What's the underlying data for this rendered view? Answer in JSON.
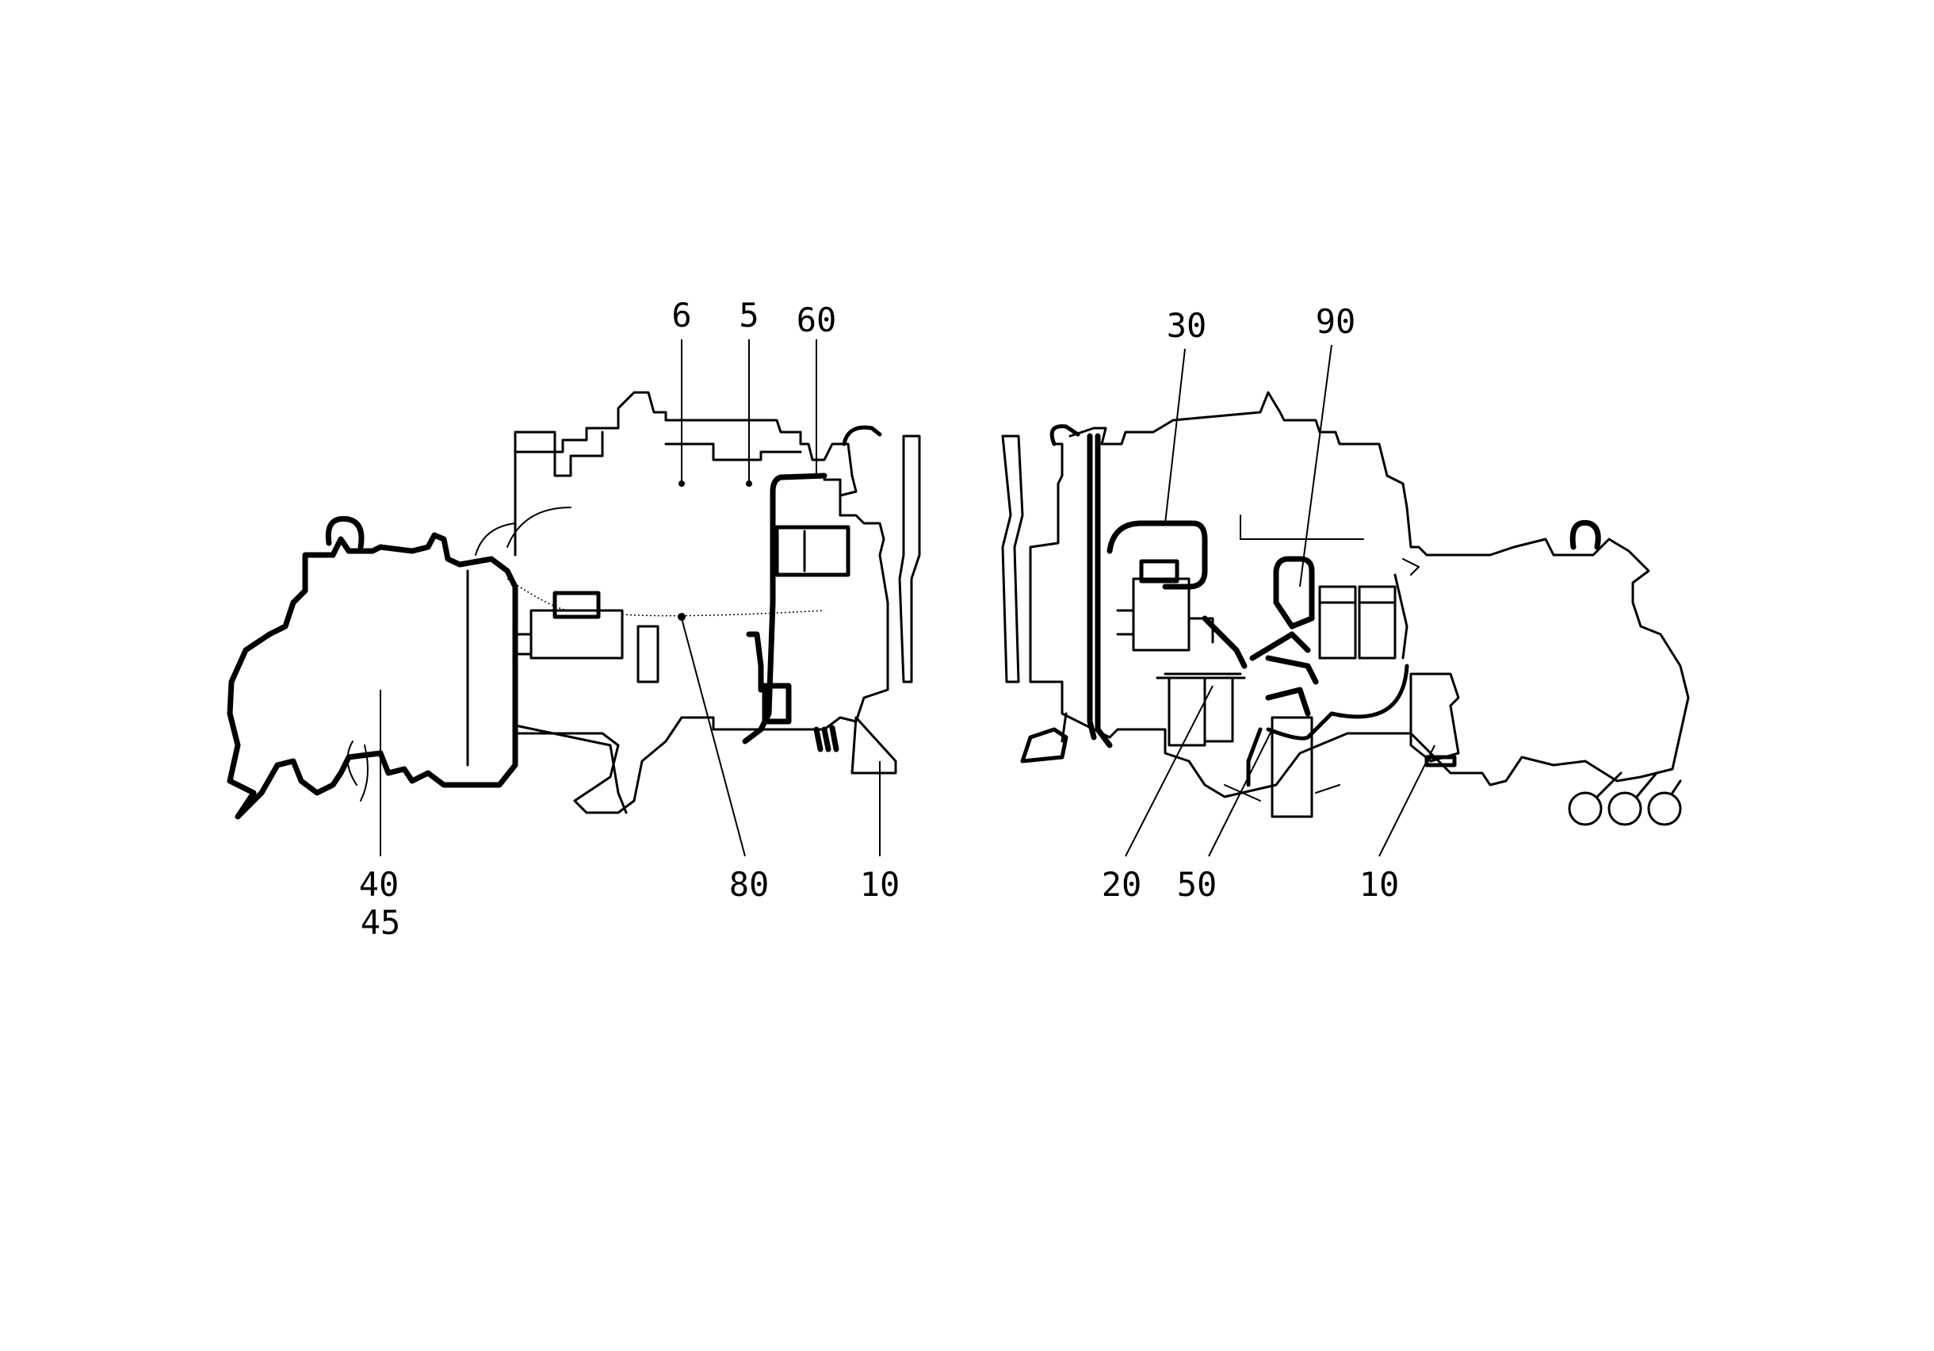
{
  "callouts": {
    "c6": "6",
    "c5": "5",
    "c60": "60",
    "c30": "30",
    "c90": "90",
    "c40": "40",
    "c45": "45",
    "c80": "80",
    "c10_left": "10",
    "c20": "20",
    "c50": "50",
    "c10_right": "10"
  }
}
